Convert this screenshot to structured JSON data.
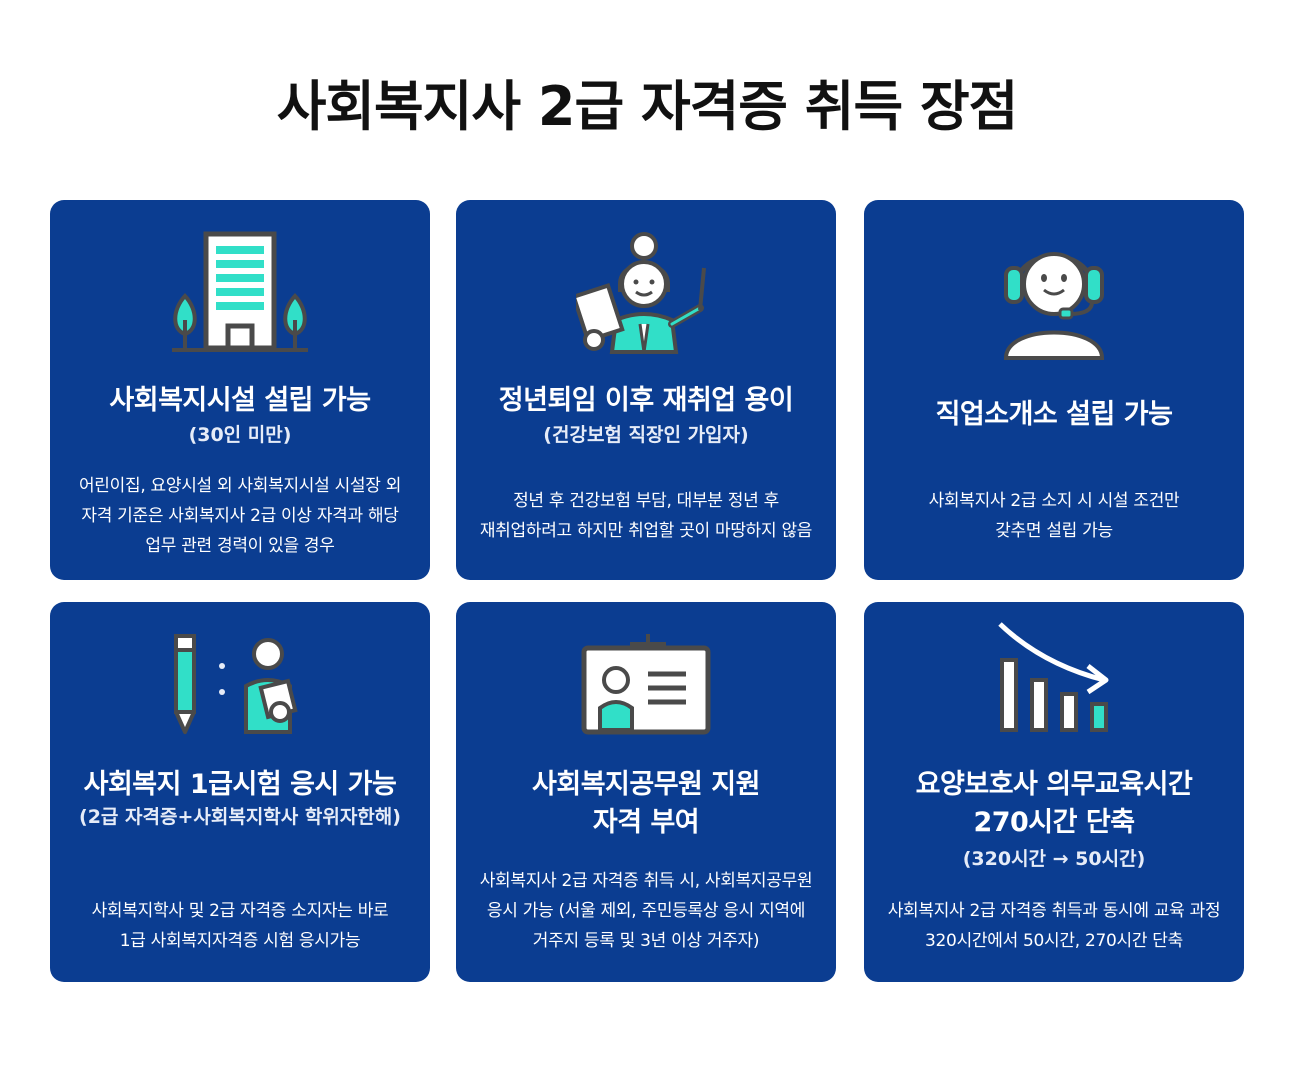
{
  "page": {
    "title": "사회복지사 2급 자격증 취득 장점"
  },
  "colors": {
    "card_bg": "#0b3d91",
    "accent": "#31dfc8",
    "icon_stroke": "#4a4a4a"
  },
  "cards": [
    {
      "icon": "building-with-trees-icon",
      "title_lines": [
        "사회복지시설 설립 가능"
      ],
      "subtitle": "(30인 미만)",
      "desc_lines": [
        "어린이집, 요양시설 외 사회복지시설 시설장 외",
        "자격 기준은 사회복지사 2급 이상 자격과 해당",
        "업무 관련 경력이 있을 경우"
      ]
    },
    {
      "icon": "elderly-presenter-icon",
      "title_lines": [
        "정년퇴임 이후 재취업 용이"
      ],
      "subtitle": "(건강보험 직장인 가입자)",
      "desc_lines": [
        "정년 후 건강보험 부담, 대부분 정년 후",
        "재취업하려고 하지만 취업할 곳이 마땅하지 않음"
      ]
    },
    {
      "icon": "headset-agent-icon",
      "title_lines": [
        "직업소개소 설립 가능"
      ],
      "subtitle": "",
      "desc_lines": [
        "사회복지사 2급 소지 시 시설 조건만",
        "갖추면 설립 가능"
      ]
    },
    {
      "icon": "pencil-and-person-icon",
      "title_lines": [
        "사회복지 1급시험 응시 가능"
      ],
      "subtitle": "(2급 자격증+사회복지학사 학위자한해)",
      "desc_lines": [
        "사회복지학사 및 2급 자격증 소지자는 바로",
        "1급 사회복지자격증 시험 응시가능"
      ]
    },
    {
      "icon": "id-card-icon",
      "title_lines": [
        "사회복지공무원 지원",
        "자격 부여"
      ],
      "subtitle": "",
      "desc_lines": [
        "사회복지사 2급 자격증 취득 시, 사회복지공무원",
        "응시 가능 (서울 제외, 주민등록상 응시 지역에",
        "거주지 등록 및 3년 이상 거주자)"
      ]
    },
    {
      "icon": "decreasing-bar-chart-icon",
      "title_lines": [
        "요양보호사 의무교육시간",
        "270시간 단축"
      ],
      "subtitle": "(320시간 → 50시간)",
      "desc_lines": [
        "사회복지사 2급 자격증 취득과 동시에 교육 과정",
        "320시간에서 50시간, 270시간 단축"
      ]
    }
  ]
}
